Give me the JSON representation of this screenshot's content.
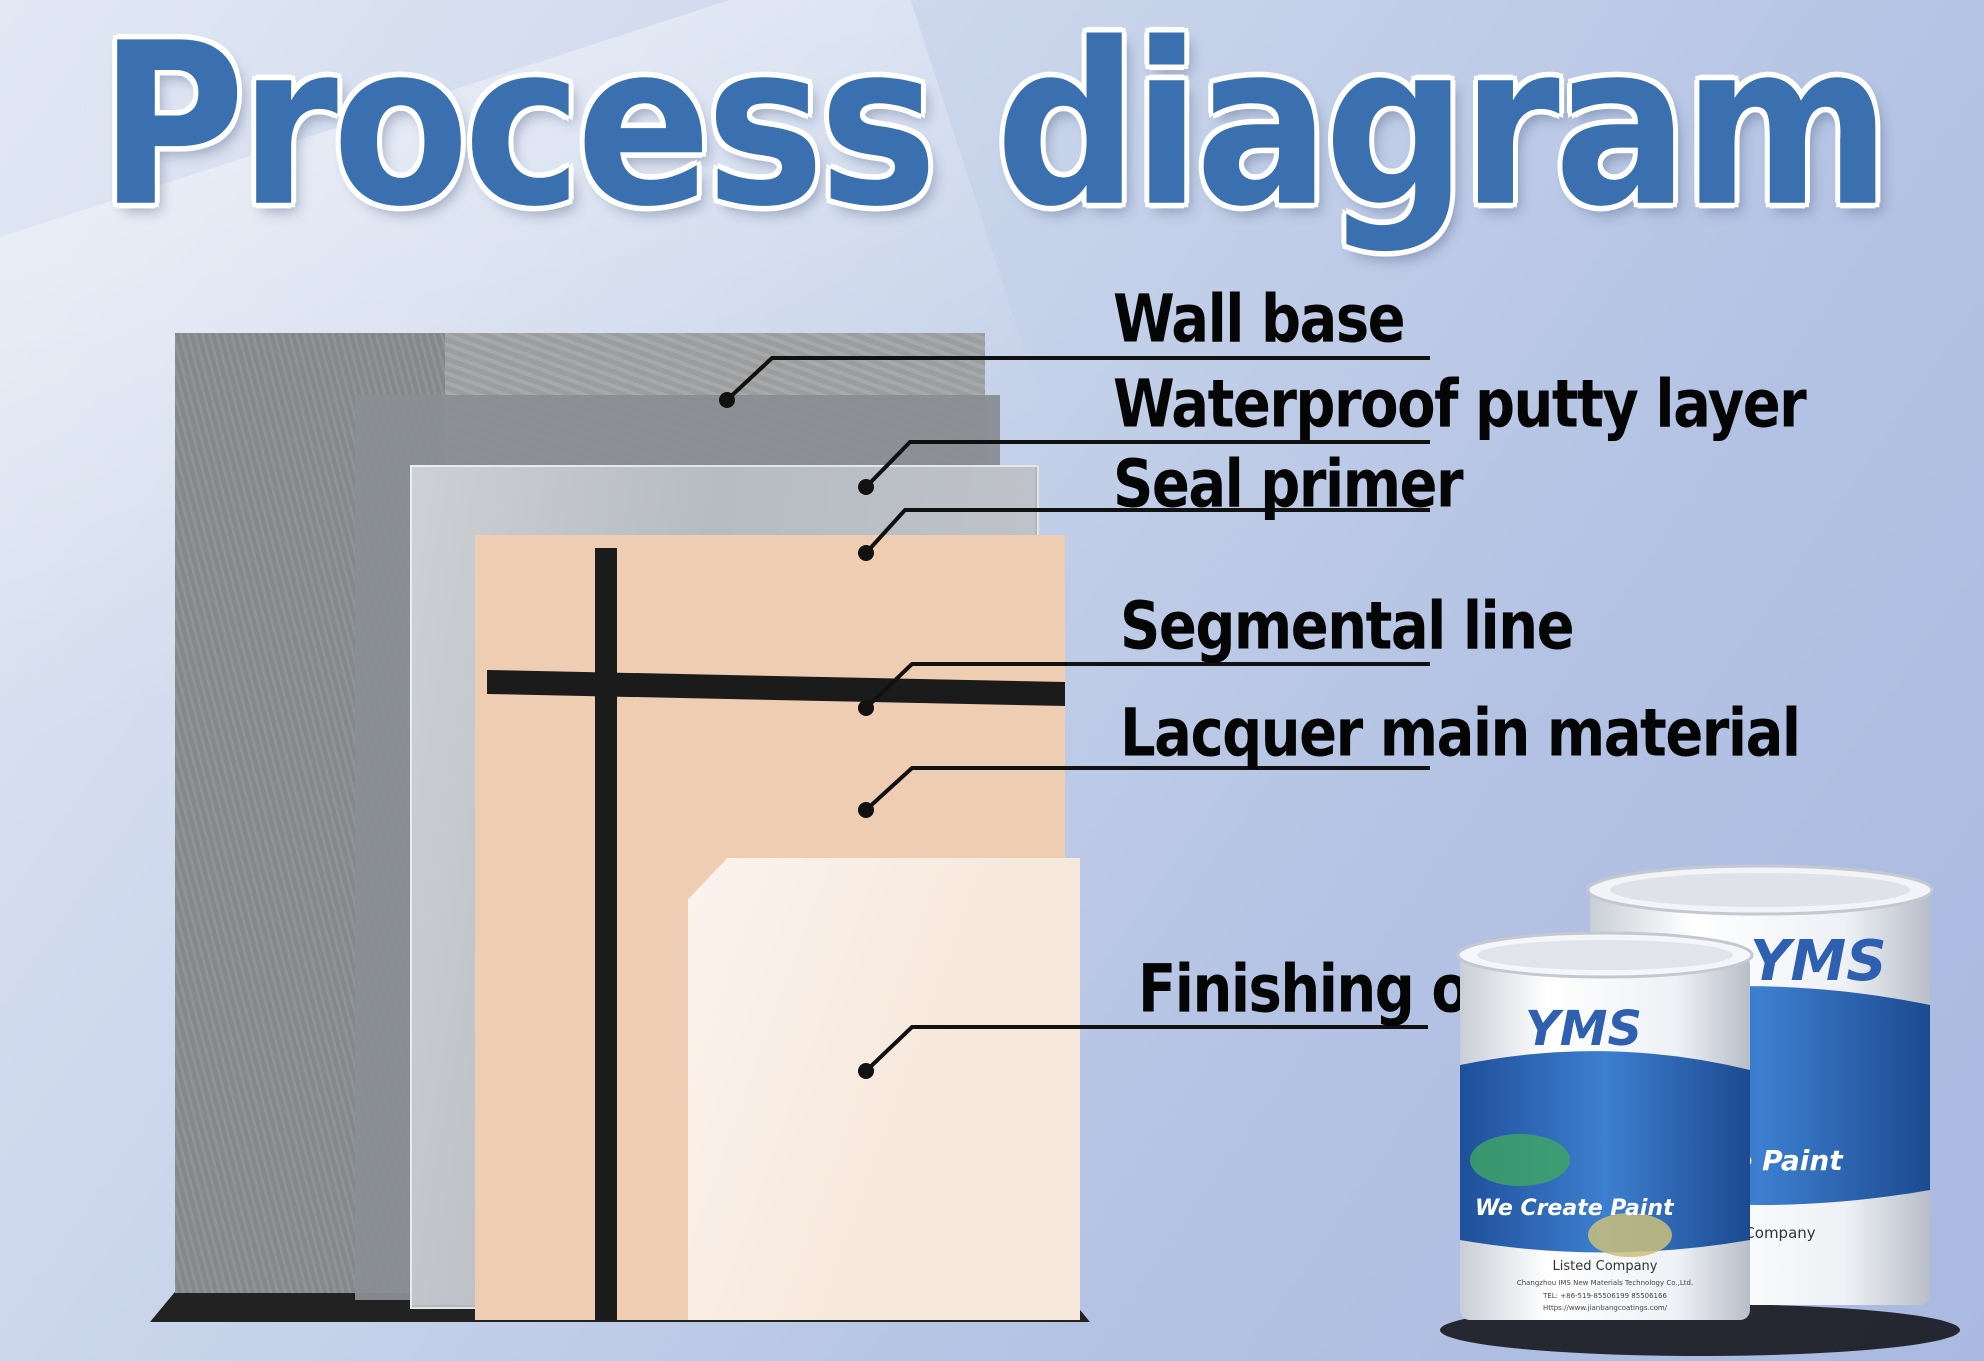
{
  "title": "Process diagram",
  "layers": [
    {
      "label": "Wall base"
    },
    {
      "label": "Waterproof putty layer"
    },
    {
      "label": "Seal primer"
    },
    {
      "label": "Segmental line"
    },
    {
      "label": "Lacquer main material"
    },
    {
      "label": "Finishing oil"
    }
  ],
  "product": {
    "brand": "YMS",
    "slogan": "We Create Paint",
    "company_tag": "Listed Company",
    "company_name": "Changzhou IMS New Materials Technology Co.,Ltd.",
    "tel": "TEL: +86-519-85506199  85506166",
    "website": "Https://www.jianbangcoatings.com/"
  },
  "colors": {
    "title": "#3a6fb0",
    "background": "#b3c2e4",
    "lacquer": "#efcdb2",
    "finish": "#f7e8dc",
    "concrete": "#a2a3a4"
  }
}
